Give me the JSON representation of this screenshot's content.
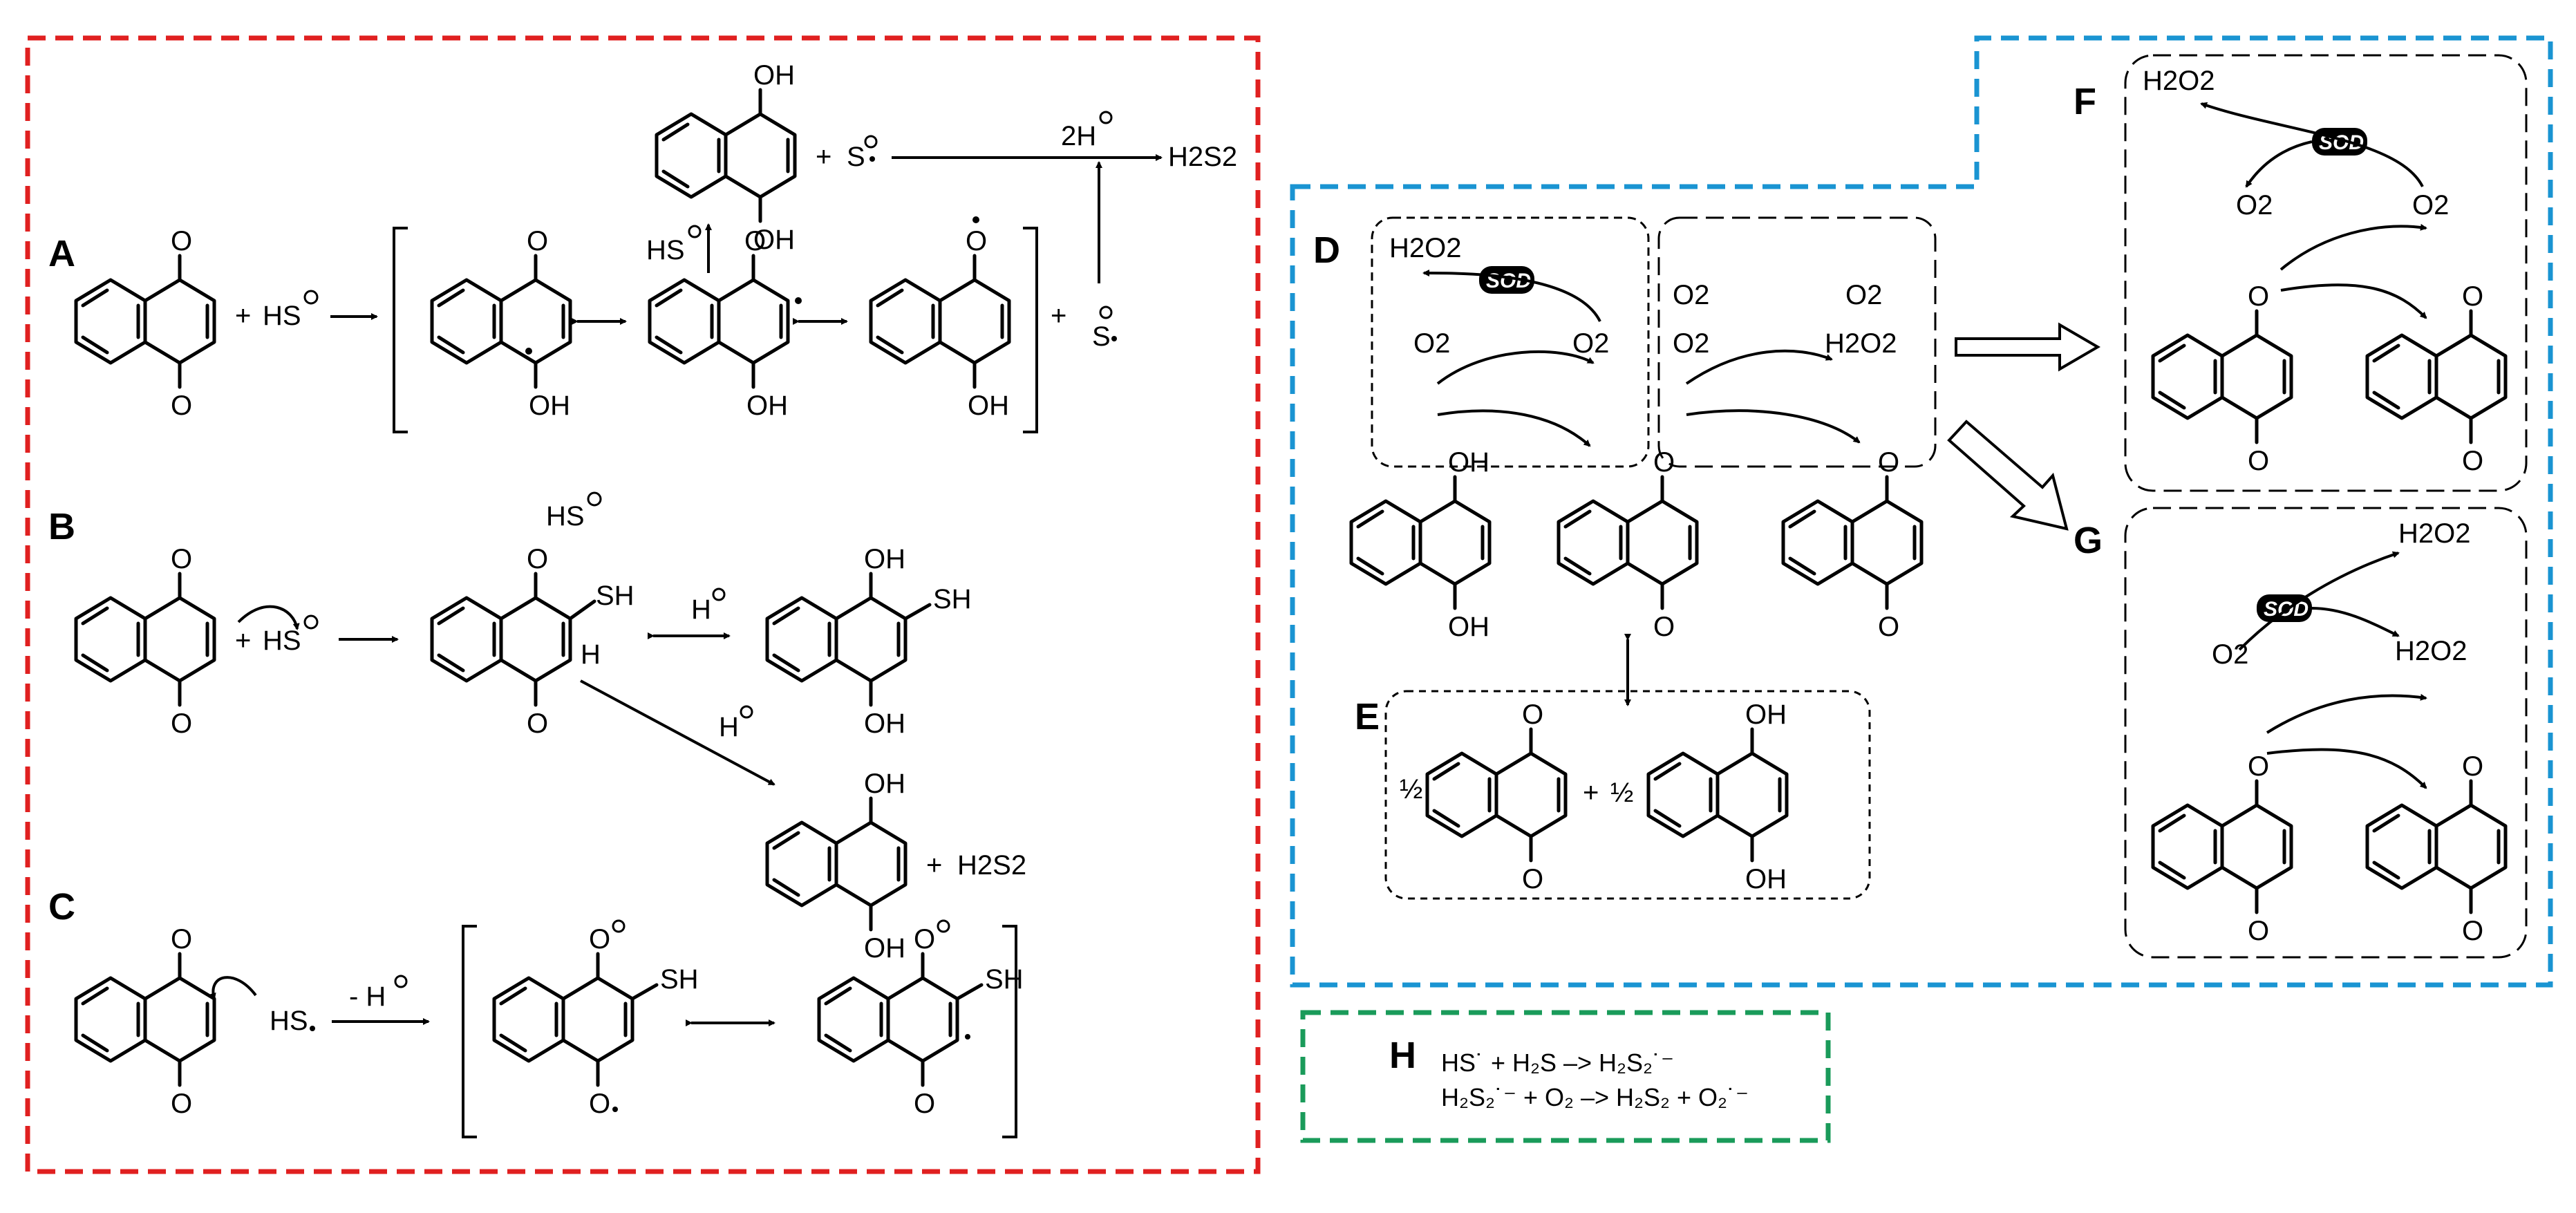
{
  "panels": {
    "A": "A",
    "B": "B",
    "C": "C",
    "D": "D",
    "E": "E",
    "F": "F",
    "G": "G",
    "H": "H"
  },
  "colors": {
    "red_box": "#e02020",
    "blue_box": "#1a94d2",
    "green_box": "#1a9b5a",
    "black": "#000000"
  },
  "labels": {
    "OH": "OH",
    "O": "O",
    "SH": "SH",
    "H": "H",
    "plus": "+",
    "half": "½",
    "HS_anion": "HS",
    "S_radical": "S",
    "HS_radical": "HS",
    "two_H": "2H",
    "H_plus": "H",
    "minus_H": "- H",
    "H2S2": "H2S2",
    "H2O2": "H2O2",
    "O2": "O2",
    "O2_sup": "O2",
    "SOD": "SOD"
  },
  "equations_H": {
    "line1": "HS˙ + H₂S –> H₂S₂˙⁻",
    "line2": "H₂S₂˙⁻ + O₂ –> H₂S₂ + O₂˙⁻"
  }
}
